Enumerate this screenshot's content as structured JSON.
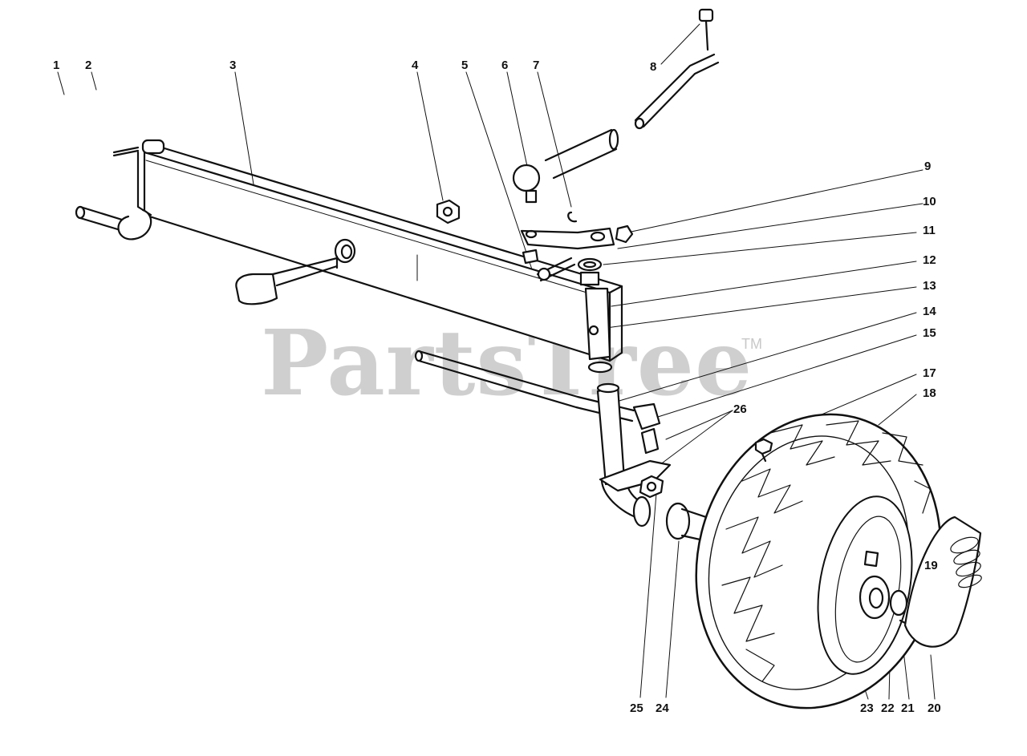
{
  "watermark": {
    "text": "PartsTree",
    "mark": "TM"
  },
  "callouts": [
    "1",
    "2",
    "3",
    "4",
    "5",
    "6",
    "7",
    "8",
    "9",
    "10",
    "11",
    "12",
    "13",
    "14",
    "15",
    "17",
    "18",
    "26",
    "19",
    "25",
    "24",
    "23",
    "22",
    "21",
    "20"
  ]
}
